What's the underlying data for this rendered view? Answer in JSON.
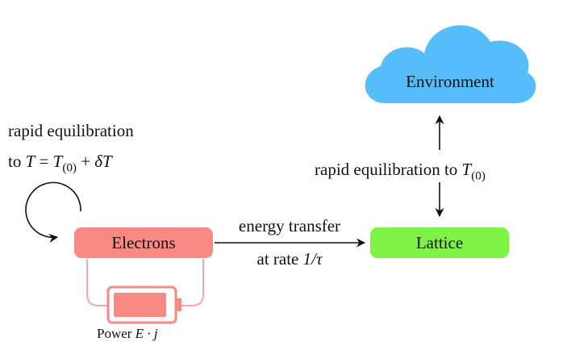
{
  "nodes": {
    "environment": {
      "label": "Environment",
      "color": "#56bdfb"
    },
    "electrons": {
      "label": "Electrons",
      "color": "#f98a83"
    },
    "lattice": {
      "label": "Lattice",
      "color": "#7ef346"
    }
  },
  "edges": {
    "electron_lattice": {
      "line1": "energy transfer",
      "line2_text": "at rate ",
      "line2_math": "1/τ"
    },
    "lattice_environment": {
      "text": "rapid equilibration to ",
      "math_var": "T",
      "math_sub": "(0)"
    }
  },
  "self_loop": {
    "line1": "rapid equilibration",
    "line2_text": "to ",
    "eq_lhs": "T",
    "eq_op": " = ",
    "eq_var": "T",
    "eq_sub": "(0)",
    "eq_plus": " + ",
    "eq_delta": "δT"
  },
  "power": {
    "text": "Power ",
    "math": "E · j",
    "battery_color": "#f98a83"
  }
}
